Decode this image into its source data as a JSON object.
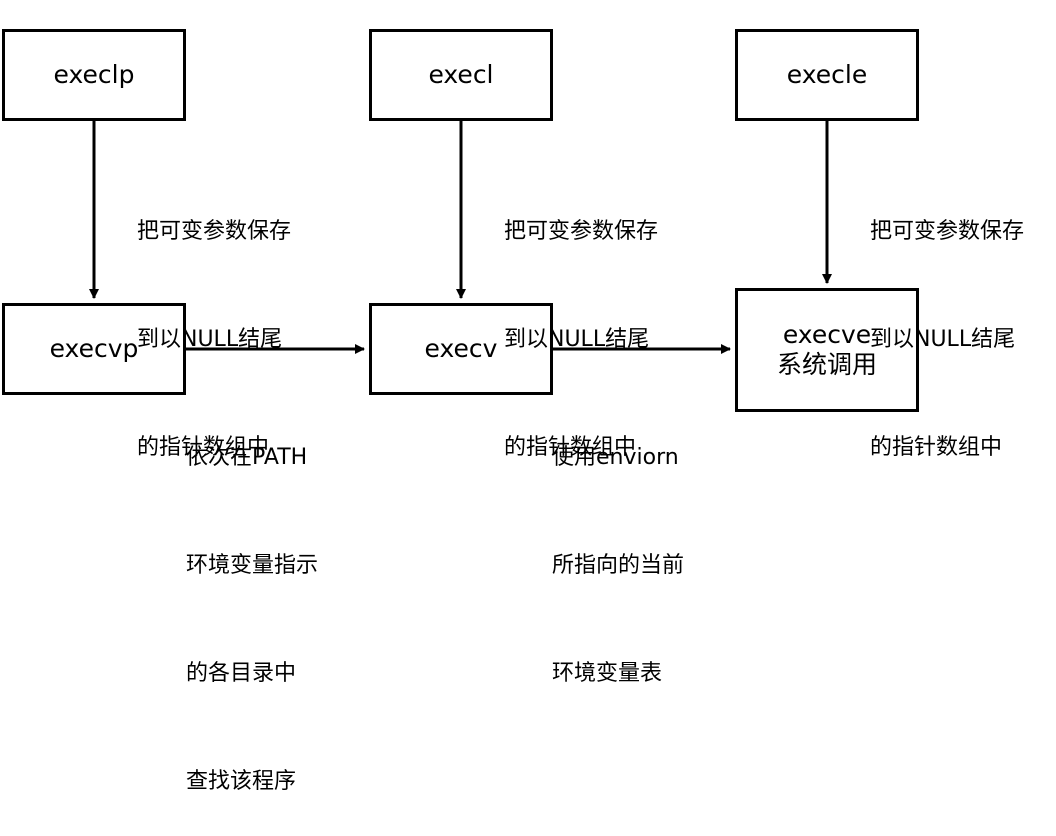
{
  "nodes": {
    "execlp": {
      "label": "execlp"
    },
    "execl": {
      "label": "execl"
    },
    "execle": {
      "label": "execle"
    },
    "execvp": {
      "label": "execvp"
    },
    "execv": {
      "label": "execv"
    },
    "execve": {
      "label": "execve",
      "sublabel": "系统调用"
    }
  },
  "notes": {
    "execlp_to_execvp": [
      "把可变参数保存",
      "到以NULL结尾",
      "的指针数组中"
    ],
    "execl_to_execv": [
      "把可变参数保存",
      "到以NULL结尾",
      "的指针数组中"
    ],
    "execle_to_execve": [
      "把可变参数保存",
      "到以NULL结尾",
      "的指针数组中"
    ],
    "execvp_to_execv": [
      "依次在PATH",
      "环境变量指示",
      "的各目录中",
      "查找该程序"
    ],
    "execv_to_execve": [
      "使用enviorn",
      "所指向的当前",
      "环境变量表"
    ]
  }
}
